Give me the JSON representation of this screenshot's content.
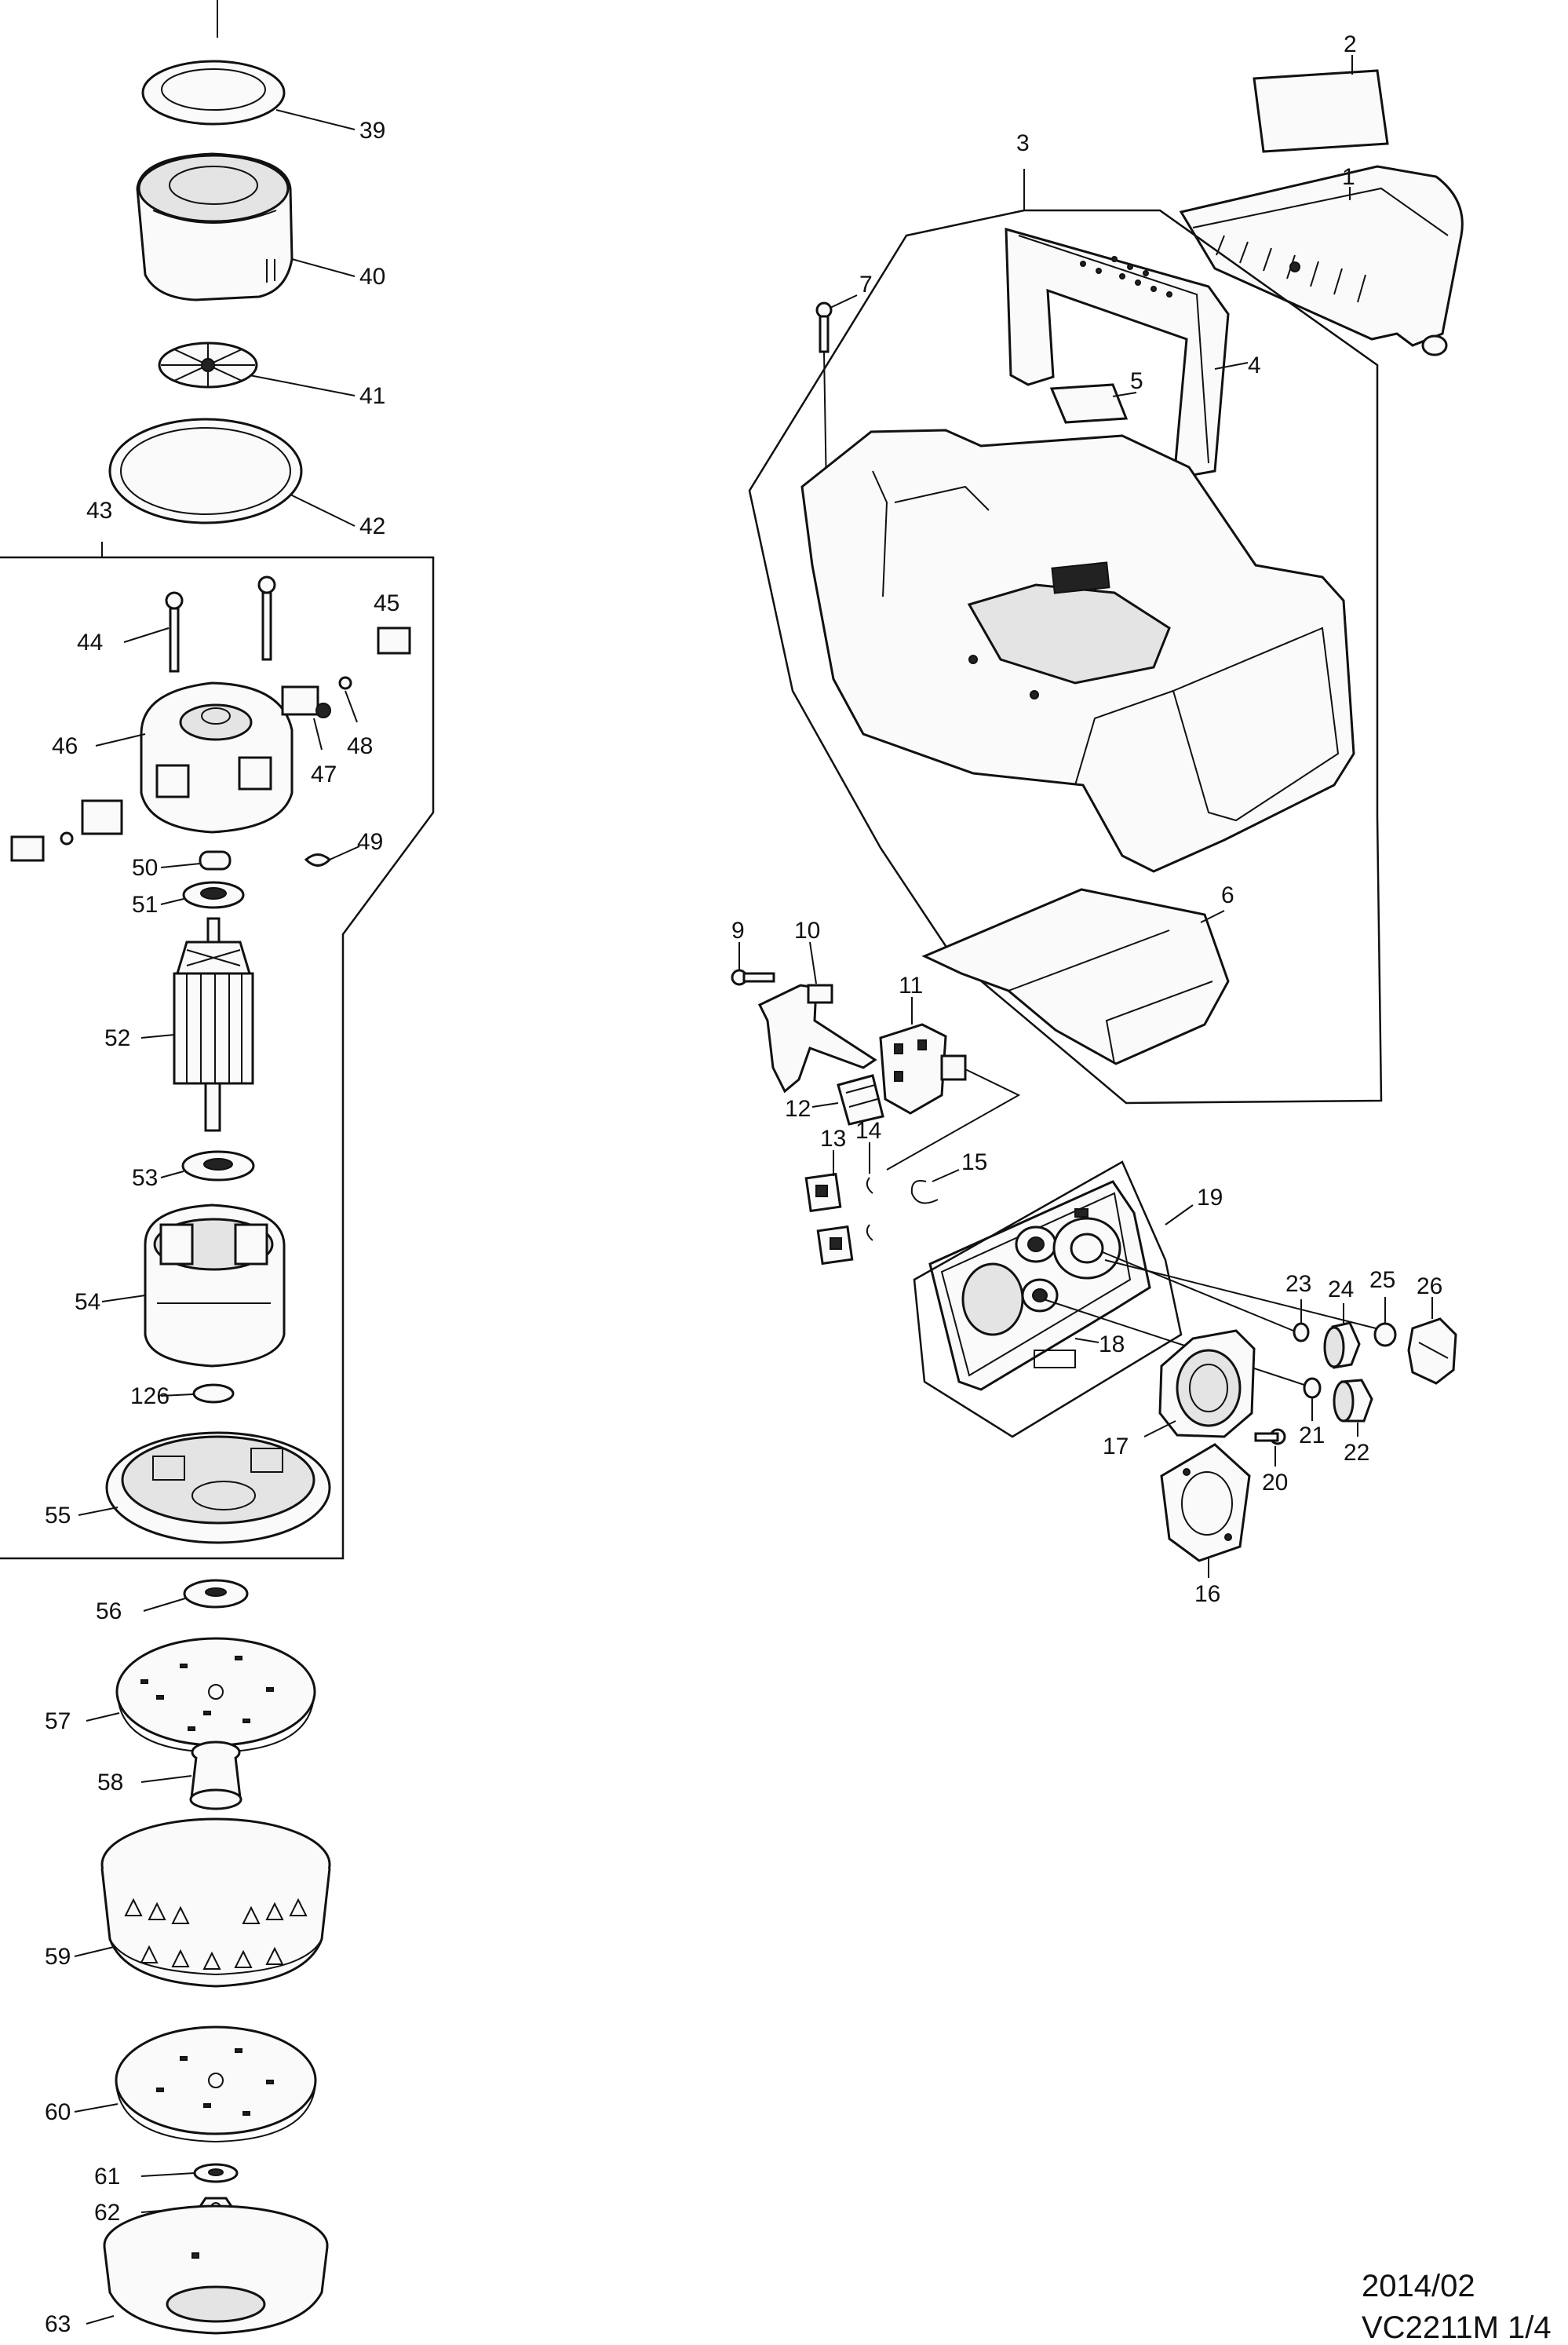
{
  "labels": [
    {
      "id": "39",
      "text": "39"
    },
    {
      "id": "40",
      "text": "40"
    },
    {
      "id": "41",
      "text": "41"
    },
    {
      "id": "42",
      "text": "42"
    },
    {
      "id": "43",
      "text": "43"
    },
    {
      "id": "44",
      "text": "44"
    },
    {
      "id": "45",
      "text": "45"
    },
    {
      "id": "46",
      "text": "46"
    },
    {
      "id": "47",
      "text": "47"
    },
    {
      "id": "48",
      "text": "48"
    },
    {
      "id": "49",
      "text": "49"
    },
    {
      "id": "50",
      "text": "50"
    },
    {
      "id": "51",
      "text": "51"
    },
    {
      "id": "52",
      "text": "52"
    },
    {
      "id": "53",
      "text": "53"
    },
    {
      "id": "54",
      "text": "54"
    },
    {
      "id": "126",
      "text": "126"
    },
    {
      "id": "55",
      "text": "55"
    },
    {
      "id": "56",
      "text": "56"
    },
    {
      "id": "57",
      "text": "57"
    },
    {
      "id": "58",
      "text": "58"
    },
    {
      "id": "59",
      "text": "59"
    },
    {
      "id": "60",
      "text": "60"
    },
    {
      "id": "61",
      "text": "61"
    },
    {
      "id": "62",
      "text": "62"
    },
    {
      "id": "63",
      "text": "63"
    },
    {
      "id": "1",
      "text": "1"
    },
    {
      "id": "2",
      "text": "2"
    },
    {
      "id": "3",
      "text": "3"
    },
    {
      "id": "4",
      "text": "4"
    },
    {
      "id": "5",
      "text": "5"
    },
    {
      "id": "6",
      "text": "6"
    },
    {
      "id": "7",
      "text": "7"
    },
    {
      "id": "9",
      "text": "9"
    },
    {
      "id": "10",
      "text": "10"
    },
    {
      "id": "11",
      "text": "11"
    },
    {
      "id": "12",
      "text": "12"
    },
    {
      "id": "13",
      "text": "13"
    },
    {
      "id": "14",
      "text": "14"
    },
    {
      "id": "15",
      "text": "15"
    },
    {
      "id": "16",
      "text": "16"
    },
    {
      "id": "17",
      "text": "17"
    },
    {
      "id": "18",
      "text": "18"
    },
    {
      "id": "19",
      "text": "19"
    },
    {
      "id": "20",
      "text": "20"
    },
    {
      "id": "21",
      "text": "21"
    },
    {
      "id": "22",
      "text": "22"
    },
    {
      "id": "23",
      "text": "23"
    },
    {
      "id": "24",
      "text": "24"
    },
    {
      "id": "25",
      "text": "25"
    },
    {
      "id": "26",
      "text": "26"
    }
  ],
  "footer": {
    "date": "2014/02",
    "model": "VC2211M 1/4"
  }
}
